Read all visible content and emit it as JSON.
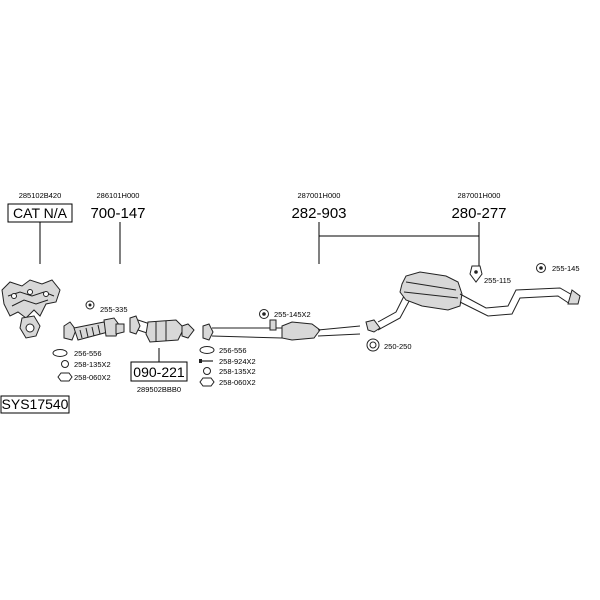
{
  "system_code": "SYS17540",
  "groups": {
    "manifold": {
      "oe": "285102B420",
      "part": "CAT N/A"
    },
    "front_pipe": {
      "oe": "286101H000",
      "part": "700-147"
    },
    "catalyst": {
      "oe": "289502BBB0",
      "part": "090-221"
    },
    "middle_silencer": {
      "oe": "287001H000",
      "part": "282-903"
    },
    "rear_silencer": {
      "oe": "287001H000",
      "part": "280-277"
    }
  },
  "accessories": {
    "a1": "256-556",
    "a2": "258-135X2",
    "a3": "258-060X2",
    "a4": "255-335",
    "a5": "256-556",
    "a6": "258-924X2",
    "a7": "258-135X2",
    "a8": "258-060X2",
    "a9": "255-145X2",
    "a10": "250-250",
    "a11": "255-115",
    "a12": "255-145"
  }
}
